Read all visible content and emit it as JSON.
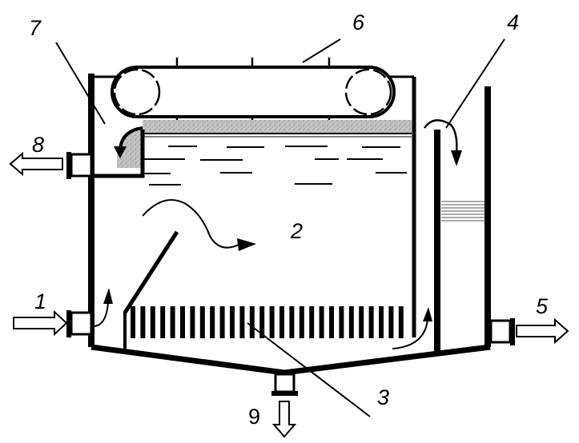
{
  "diagram": {
    "labels": {
      "l1": "1",
      "l2": "2",
      "l3": "3",
      "l4": "4",
      "l5": "5",
      "l6": "6",
      "l7": "7",
      "l8": "8",
      "l9": "9"
    },
    "colors": {
      "ink": "#000000",
      "sludge": "#b8b8b8",
      "background": "#ffffff"
    }
  }
}
